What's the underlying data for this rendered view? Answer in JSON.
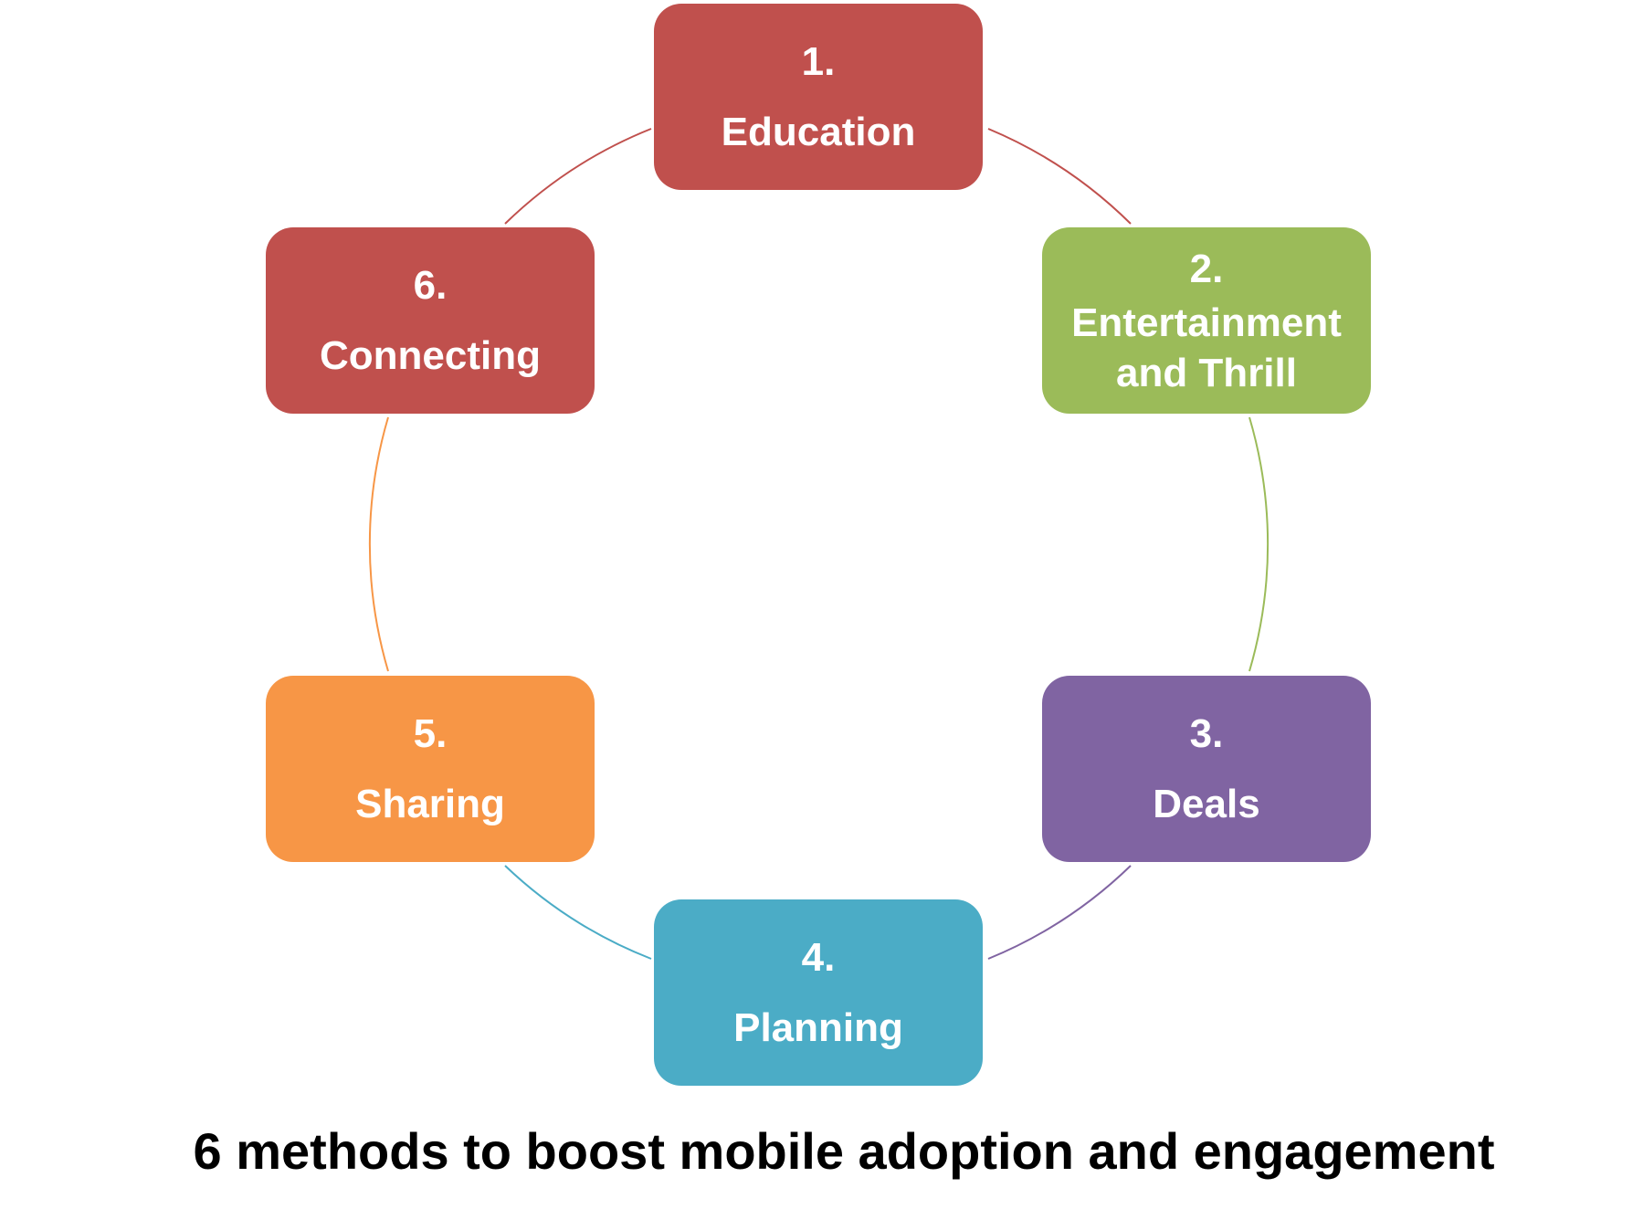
{
  "diagram": {
    "nodes": [
      {
        "number": "1.",
        "label": "Education",
        "color": "#C0504D"
      },
      {
        "number": "2.",
        "label": "Entertainment\nand Thrill",
        "color": "#9BBB59"
      },
      {
        "number": "3.",
        "label": "Deals",
        "color": "#8064A2"
      },
      {
        "number": "4.",
        "label": "Planning",
        "color": "#4BACC6"
      },
      {
        "number": "5.",
        "label": "Sharing",
        "color": "#F79646"
      },
      {
        "number": "6.",
        "label": "Connecting",
        "color": "#C0504D"
      }
    ],
    "connectors": [
      {
        "from": "1.",
        "to": "2.",
        "color": "#C0504D"
      },
      {
        "from": "2.",
        "to": "3.",
        "color": "#9BBB59"
      },
      {
        "from": "3.",
        "to": "4.",
        "color": "#8064A2"
      },
      {
        "from": "4.",
        "to": "5.",
        "color": "#4BACC6"
      },
      {
        "from": "5.",
        "to": "6.",
        "color": "#F79646"
      },
      {
        "from": "6.",
        "to": "1.",
        "color": "#C0504D"
      }
    ]
  },
  "caption": "6 methods to boost mobile adoption and engagement"
}
